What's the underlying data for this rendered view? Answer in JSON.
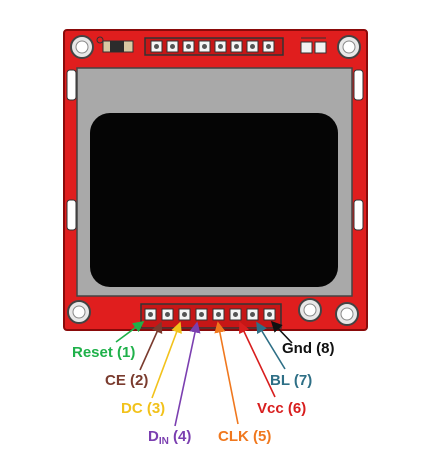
{
  "colors": {
    "pcb": "#e01e1e",
    "pcb_edge": "#8a0a0a",
    "lcd_frame": "#a9a9a9",
    "screen": "#050505",
    "reset": "#1fb14a",
    "ce": "#7a3b2e",
    "dc": "#f2c21b",
    "din": "#7b3fb0",
    "clk": "#f0781e",
    "vcc": "#d81e1e",
    "bl": "#2e6f86",
    "gnd": "#111111"
  },
  "pins": {
    "reset": {
      "name": "Reset",
      "num": "(1)"
    },
    "ce": {
      "name": "CE",
      "num": "(2)"
    },
    "dc": {
      "name": "DC",
      "num": "(3)"
    },
    "din": {
      "name": "D",
      "sub": "IN",
      "num": "(4)"
    },
    "clk": {
      "name": "CLK",
      "num": "(5)"
    },
    "vcc": {
      "name": "Vcc",
      "num": "(6)"
    },
    "bl": {
      "name": "BL",
      "num": "(7)"
    },
    "gnd": {
      "name": "Gnd",
      "num": "(8)"
    }
  }
}
